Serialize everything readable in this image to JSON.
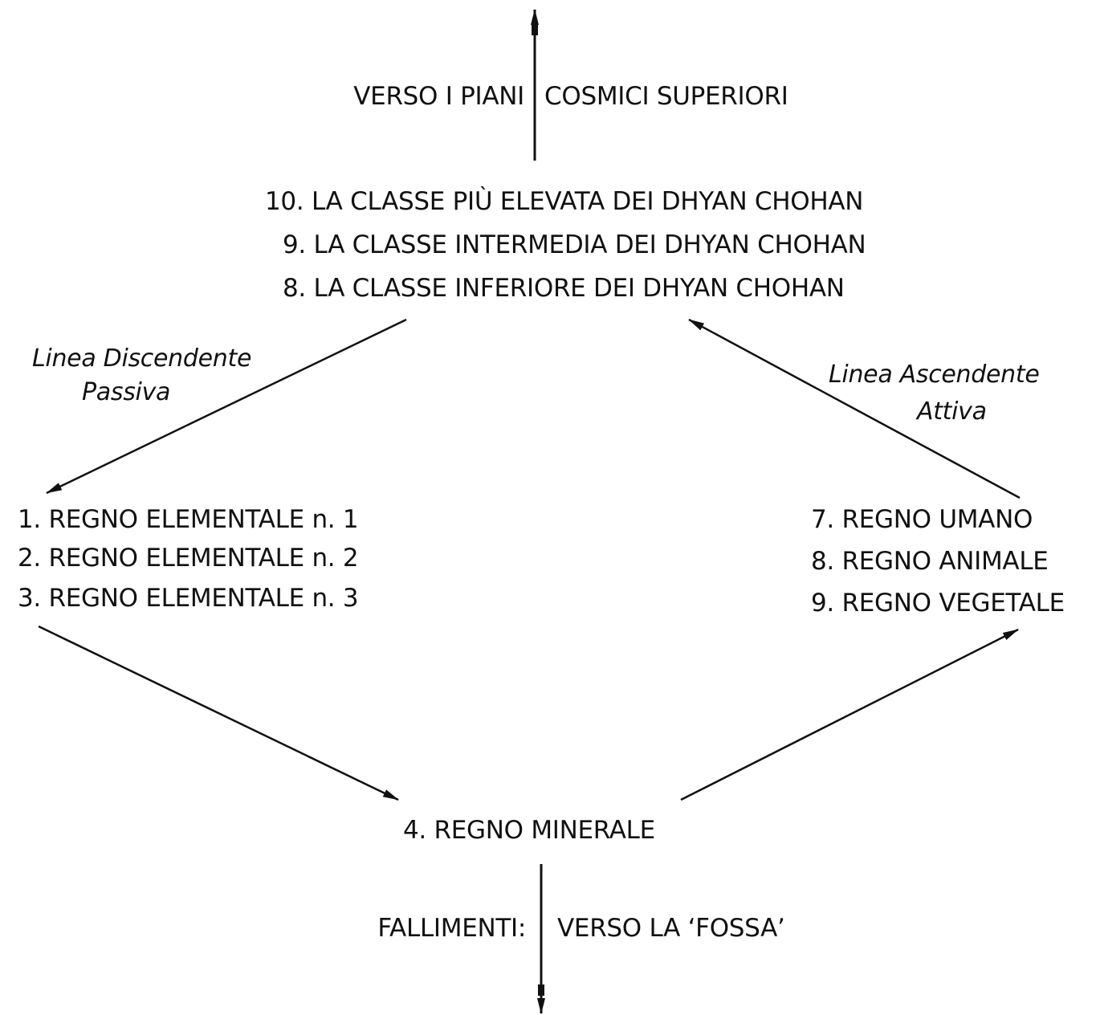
{
  "top": {
    "left_text": "VERSO I PIANI",
    "right_text": "COSMICI SUPERIORI"
  },
  "dhyan": [
    "10. LA CLASSE PIÙ ELEVATA DEI DHYAN CHOHAN",
    "9. LA CLASSE INTERMEDIA DEI DHYAN CHOHAN",
    "8. LA CLASSE INFERIORE DEI DHYAN CHOHAN"
  ],
  "left_label": {
    "line1": "Linea Discendente",
    "line2": "Passiva"
  },
  "right_label": {
    "line1": "Linea Ascendente",
    "line2": "Attiva"
  },
  "left_kingdoms": [
    "1. REGNO ELEMENTALE n. 1",
    "2. REGNO ELEMENTALE n. 2",
    "3. REGNO ELEMENTALE n. 3"
  ],
  "right_kingdoms": [
    "7. REGNO UMANO",
    "8. REGNO ANIMALE",
    "9. REGNO VEGETALE"
  ],
  "mineral": "4. REGNO MINERALE",
  "bottom": {
    "left_text": "FALLIMENTI:",
    "right_text": "VERSO LA ‘FOSSA’"
  },
  "colors": {
    "ink": "#111111",
    "background": "#ffffff"
  }
}
